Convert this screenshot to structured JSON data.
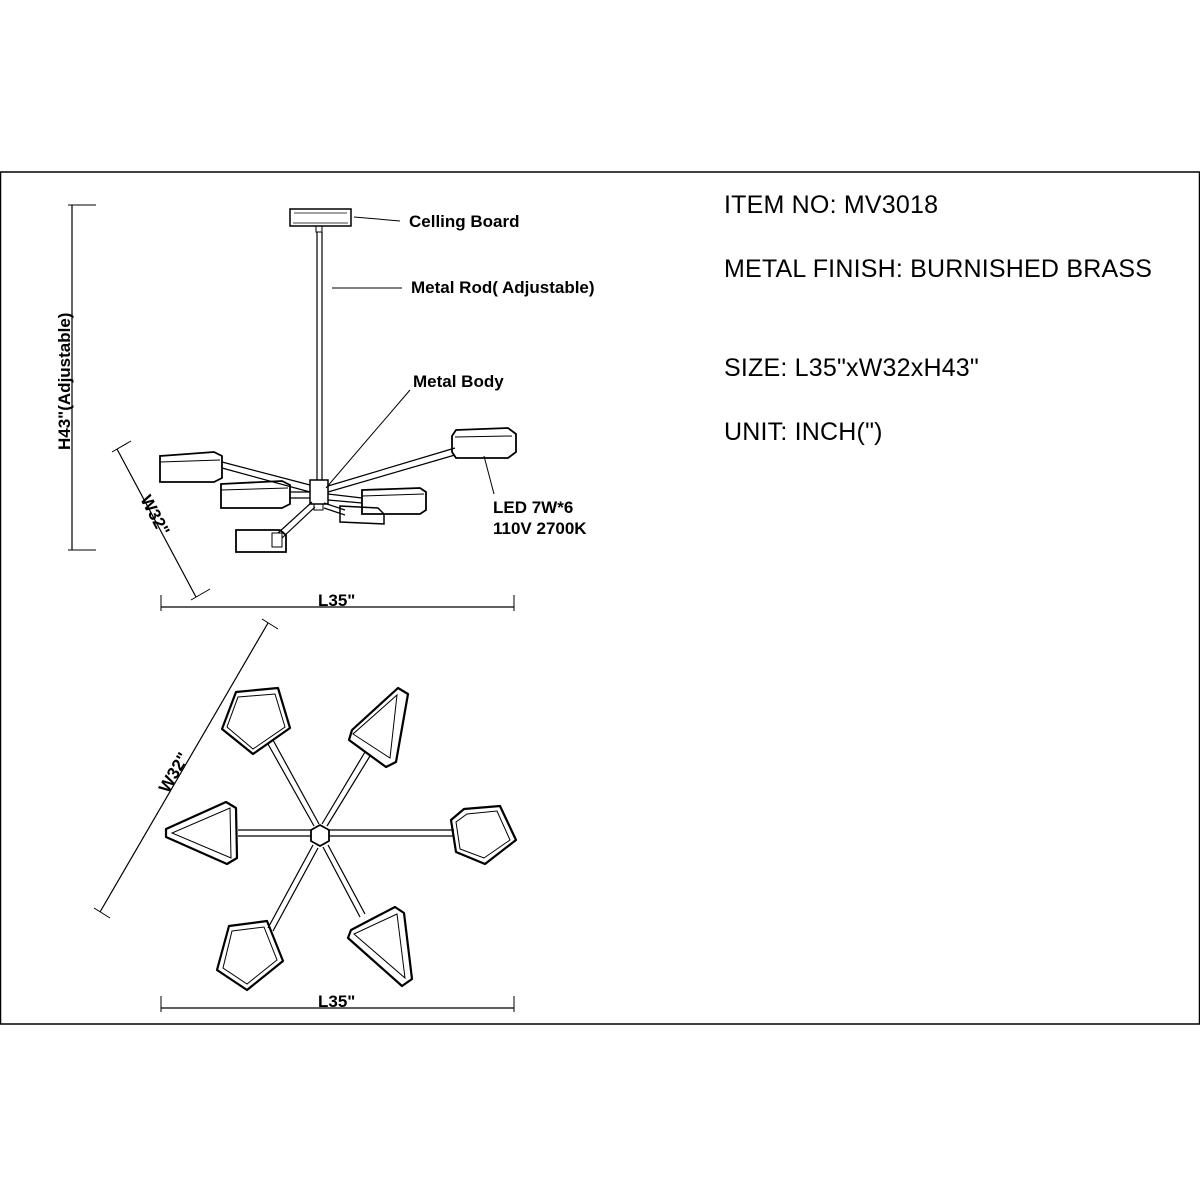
{
  "specs": {
    "item": "ITEM NO: MV3018",
    "finish": "METAL FINISH:  BURNISHED BRASS",
    "size": "SIZE: L35\"xW32xH43\"",
    "unit": "UNIT:  INCH(\")"
  },
  "callouts": {
    "ceiling_board": "Celling Board",
    "metal_rod": "Metal Rod( Adjustable)",
    "metal_body": "Metal Body",
    "led_line1": "LED 7W*6",
    "led_line2": "110V 2700K"
  },
  "dimensions": {
    "height": "H43\"(Adjustable)",
    "width_side": "W32\"",
    "length_side": "L35\"",
    "width_top": "W32\"",
    "length_top": "L35\""
  }
}
